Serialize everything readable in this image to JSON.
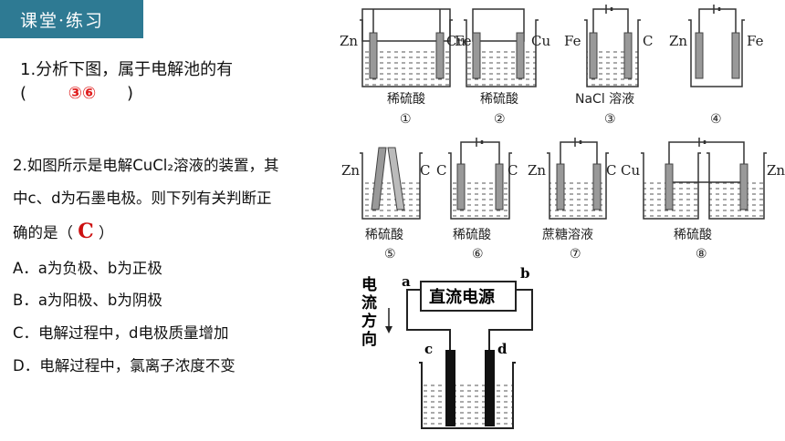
{
  "header": {
    "title": "课堂·练习"
  },
  "q1": {
    "text": "1.分析下图，属于电解池的有",
    "open": "(",
    "answer": "③⑥",
    "close": ")"
  },
  "q2": {
    "line1": "2.如图所示是电解CuCl₂溶液的装置，其",
    "line2": "中c、d为石墨电极。则下列有关判断正",
    "line3_pre": "确的是（",
    "answer": "C",
    "line3_post": "）",
    "options": [
      "A．a为负极、b为正极",
      "B．a为阳极、b为阴极",
      "C．电解过程中，d电极质量增加",
      "D．电解过程中，氯离子浓度不变"
    ]
  },
  "cells": [
    {
      "left": "Zn",
      "right": "Fe",
      "caption": "稀硫酸",
      "num": "①"
    },
    {
      "left": "Cu",
      "right": "Cu",
      "caption": "稀硫酸",
      "num": "②"
    },
    {
      "left": "Fe",
      "right": "C",
      "caption": "NaCl 溶液",
      "num": "③"
    },
    {
      "left": "Zn",
      "right": "Fe",
      "caption": "",
      "num": "④"
    },
    {
      "left": "Zn",
      "right": "C",
      "caption": "稀硫酸",
      "num": "⑤"
    },
    {
      "left": "C",
      "right": "C",
      "caption": "稀硫酸",
      "num": "⑥"
    },
    {
      "left": "Zn",
      "right": "C",
      "caption": "蔗糖溶液",
      "num": "⑦"
    },
    {
      "left": "Cu",
      "right": "Zn",
      "caption": "稀硫酸",
      "num": "⑧"
    }
  ],
  "apparatus": {
    "source": "直流电源",
    "a": "a",
    "b": "b",
    "c": "c",
    "d": "d",
    "current_label": [
      "电",
      "流",
      "方",
      "向"
    ]
  }
}
